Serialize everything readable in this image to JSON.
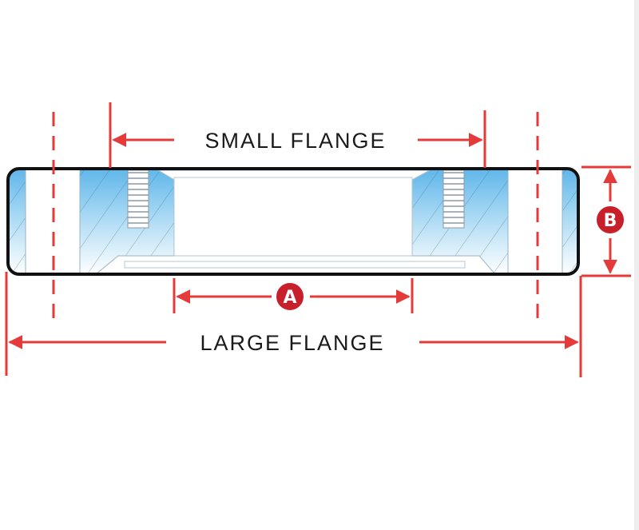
{
  "diagram": {
    "small_flange_label": "SMALL FLANGE",
    "large_flange_label": "LARGE FLANGE",
    "dimension_a_label": "A",
    "dimension_b_label": "B",
    "colors": {
      "dimension_red": "#e53a3a",
      "badge_red": "#c8202a",
      "body_blue": "#7fc4ee",
      "outline": "#111111"
    }
  }
}
